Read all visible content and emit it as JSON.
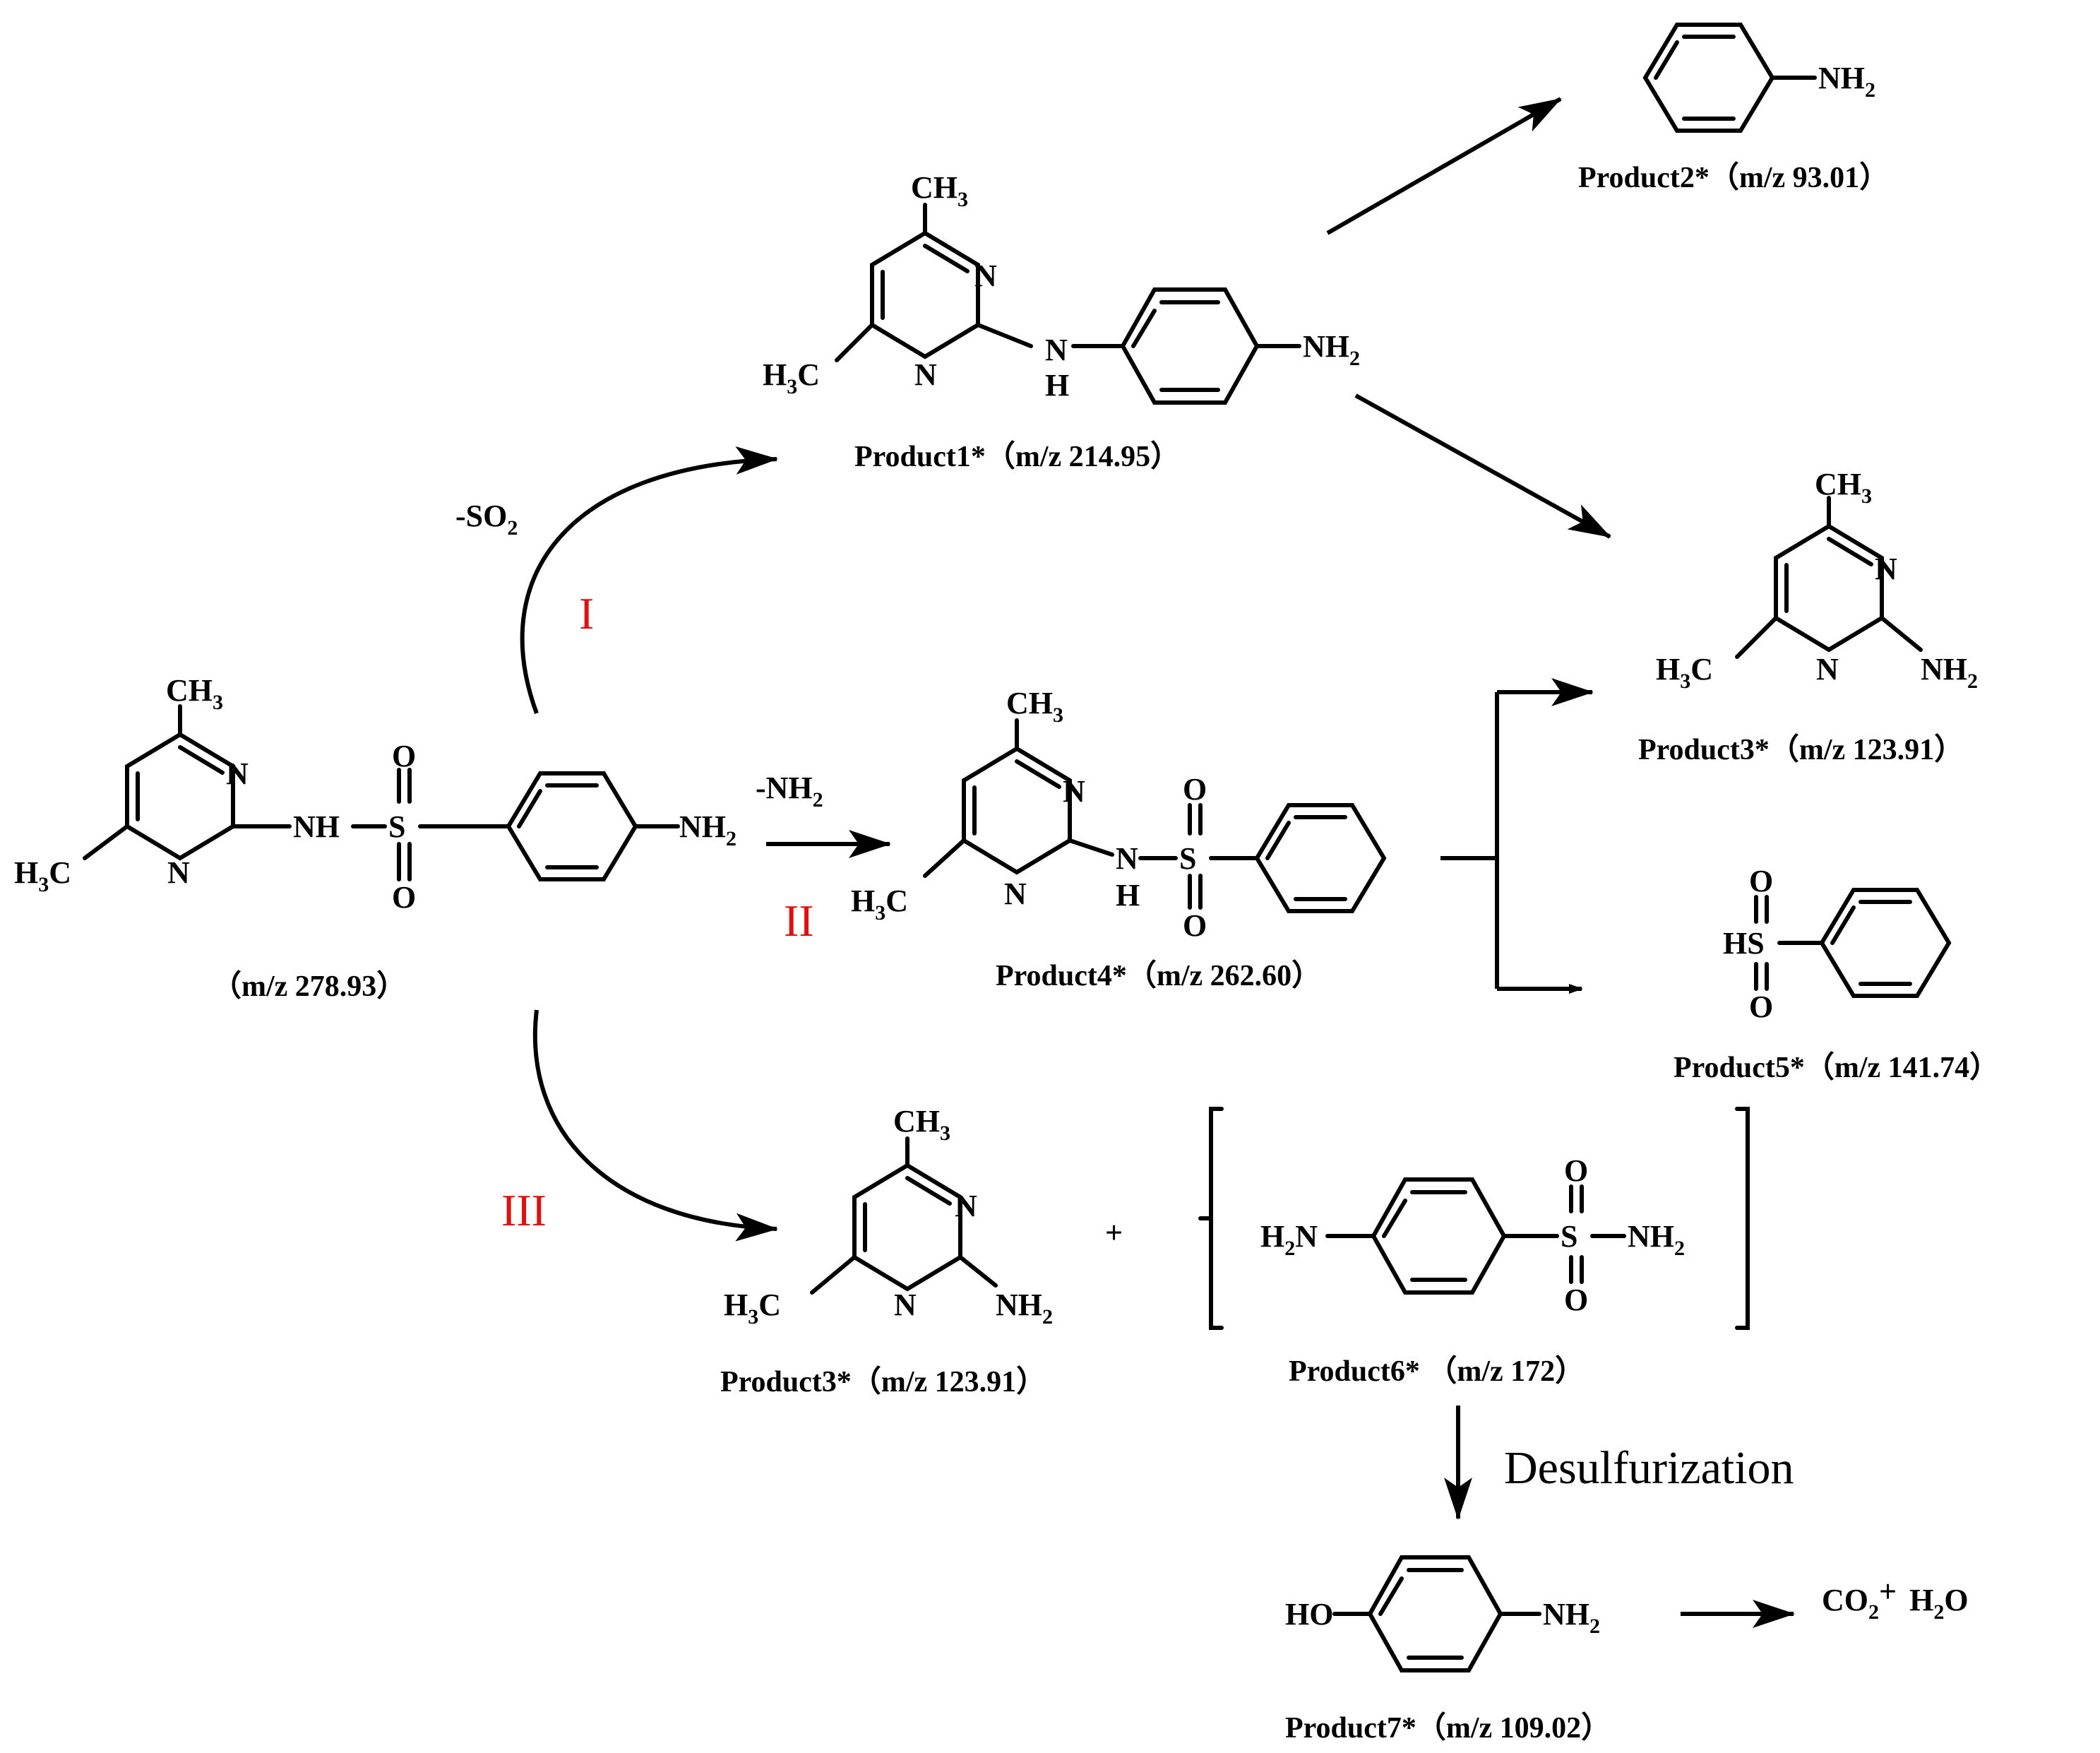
{
  "pathways": [
    {
      "numeral": "I",
      "condition": "-SO",
      "condition_sub": "2"
    },
    {
      "numeral": "II",
      "condition": "-NH",
      "condition_sub": "2"
    },
    {
      "numeral": "III"
    }
  ],
  "parent": {
    "mz_label": "（m/z 278.93）"
  },
  "products": {
    "p1": "Product1*（m/z 214.95）",
    "p2": "Product2*（m/z 93.01）",
    "p3": "Product3*（m/z 123.91）",
    "p4": "Product4*（m/z 262.60）",
    "p5": "Product5*（m/z 141.74）",
    "p6": "Product6*  （m/z 172）",
    "p7": "Product7*（m/z 109.02）"
  },
  "plus_sign": "+",
  "desulfurization_label": "Desulfurization",
  "final_products": {
    "co2": "CO",
    "co2_sub": "2",
    "plus": "+",
    "h2o_h": "H",
    "h2o_sub": "2",
    "h2o_o": "O"
  },
  "atoms": {
    "CH": "CH",
    "H": "H",
    "C": "C",
    "N": "N",
    "NH": "NH",
    "O": "O",
    "S": "S",
    "HS": "HS",
    "HO": "HO",
    "sub3": "3",
    "sub2": "2"
  },
  "colors": {
    "numerals": "#e01010",
    "ink": "#000000"
  }
}
